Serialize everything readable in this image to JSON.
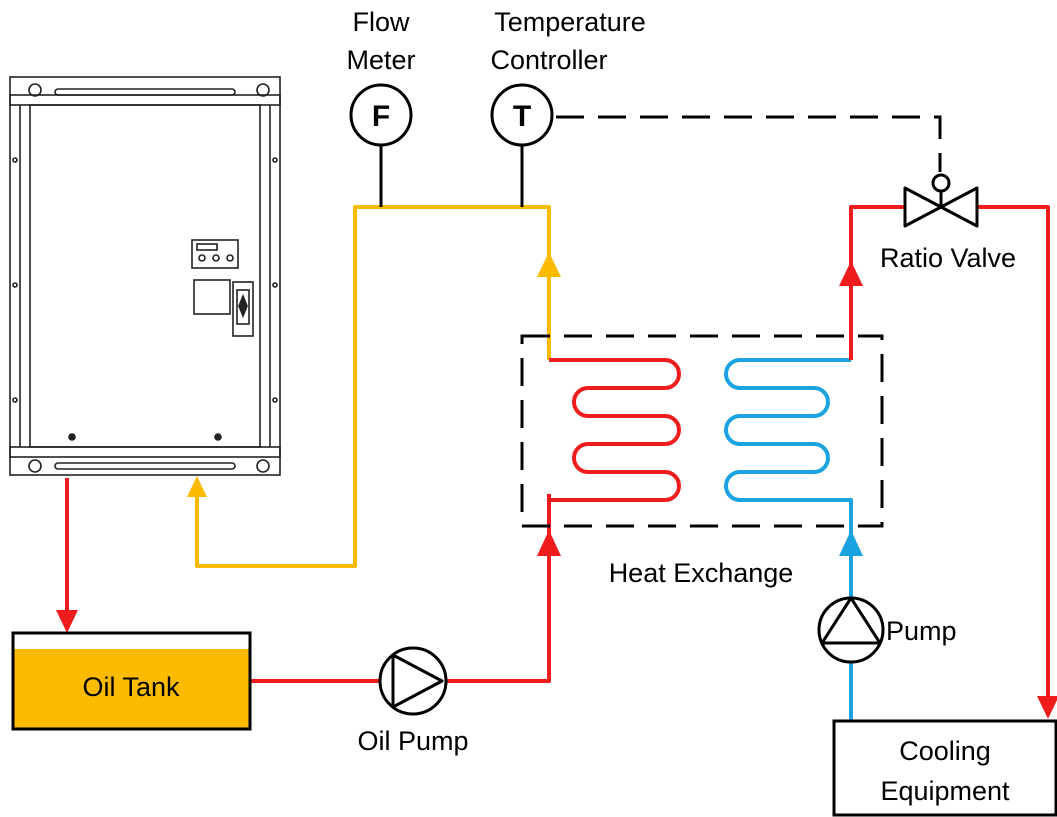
{
  "colors": {
    "hot": "#ee1c1c",
    "oil": "#fdbb00",
    "cold": "#1aa3e0",
    "line": "#000000",
    "tank_fill": "#fdbb00"
  },
  "instruments": {
    "flow_meter": {
      "symbol": "F",
      "label_line1": "Flow",
      "label_line2": "Meter"
    },
    "temperature_controller": {
      "symbol": "T",
      "label_line1": "Temperature",
      "label_line2": "Controller"
    }
  },
  "labels": {
    "ratio_valve": "Ratio Valve",
    "heat_exchange": "Heat Exchange",
    "pump": "Pump",
    "oil_pump": "Oil Pump",
    "oil_tank": "Oil Tank",
    "cooling_equipment_line1": "Cooling",
    "cooling_equipment_line2": "Equipment"
  },
  "icons": [
    "cabinet-drawing",
    "flow-meter-icon",
    "temperature-controller-icon",
    "ratio-valve-icon",
    "pump-icon",
    "oil-pump-icon",
    "arrow-icon"
  ]
}
